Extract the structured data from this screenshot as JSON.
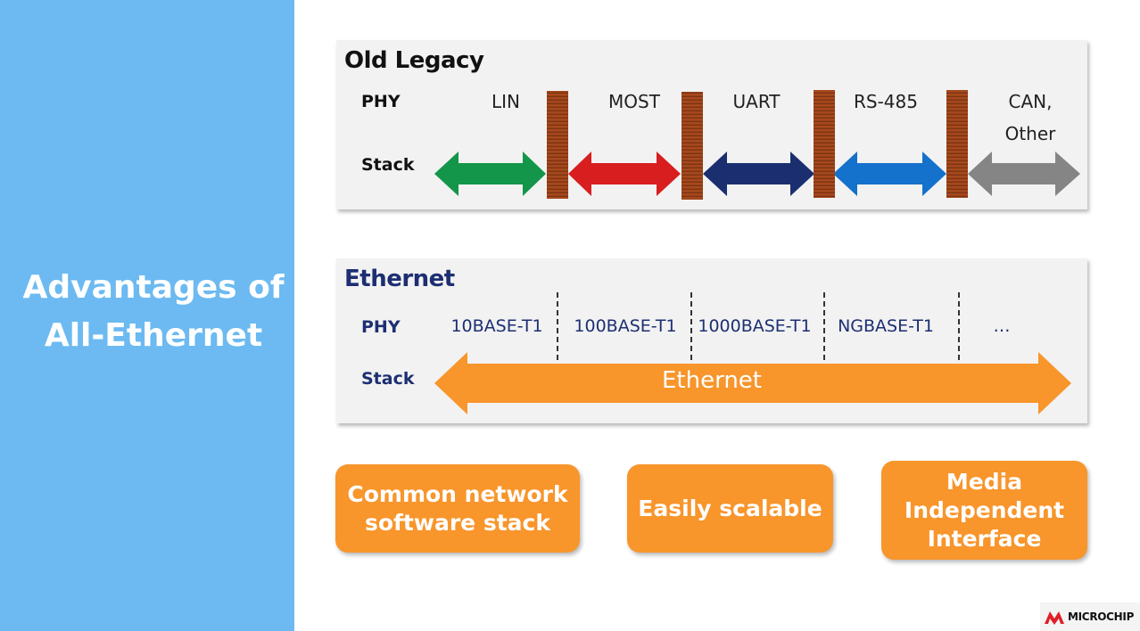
{
  "sidebar": {
    "title_line1": "Advantages of",
    "title_line2": "All-Ethernet",
    "bg_color": "#6cbaf1"
  },
  "legacy": {
    "title": "Old Legacy",
    "row_phy": "PHY",
    "row_stack": "Stack",
    "protocols": [
      {
        "name": "LIN",
        "color": "#13964a"
      },
      {
        "name": "MOST",
        "color": "#d81e1e"
      },
      {
        "name": "UART",
        "color": "#1b2f70"
      },
      {
        "name": "RS-485",
        "color": "#1471cc"
      },
      {
        "name_line1": "CAN,",
        "name_line2": "Other",
        "color": "#858585"
      }
    ],
    "separator_color": "#a6491d"
  },
  "ethernet": {
    "title": "Ethernet",
    "row_phy": "PHY",
    "row_stack": "Stack",
    "phys": [
      "10BASE-T1",
      "100BASE-T1",
      "1000BASE-T1",
      "NGBASE-T1",
      "…"
    ],
    "stack_label": "Ethernet",
    "arrow_color": "#f8952b"
  },
  "benefits": [
    {
      "line1": "Common network",
      "line2": "software stack"
    },
    {
      "line1": "Easily scalable"
    },
    {
      "line1": "Media",
      "line2": "Independent",
      "line3": "Interface"
    }
  ],
  "logo": {
    "icon": "microchip-logo-icon",
    "text": "MICROCHIP"
  }
}
